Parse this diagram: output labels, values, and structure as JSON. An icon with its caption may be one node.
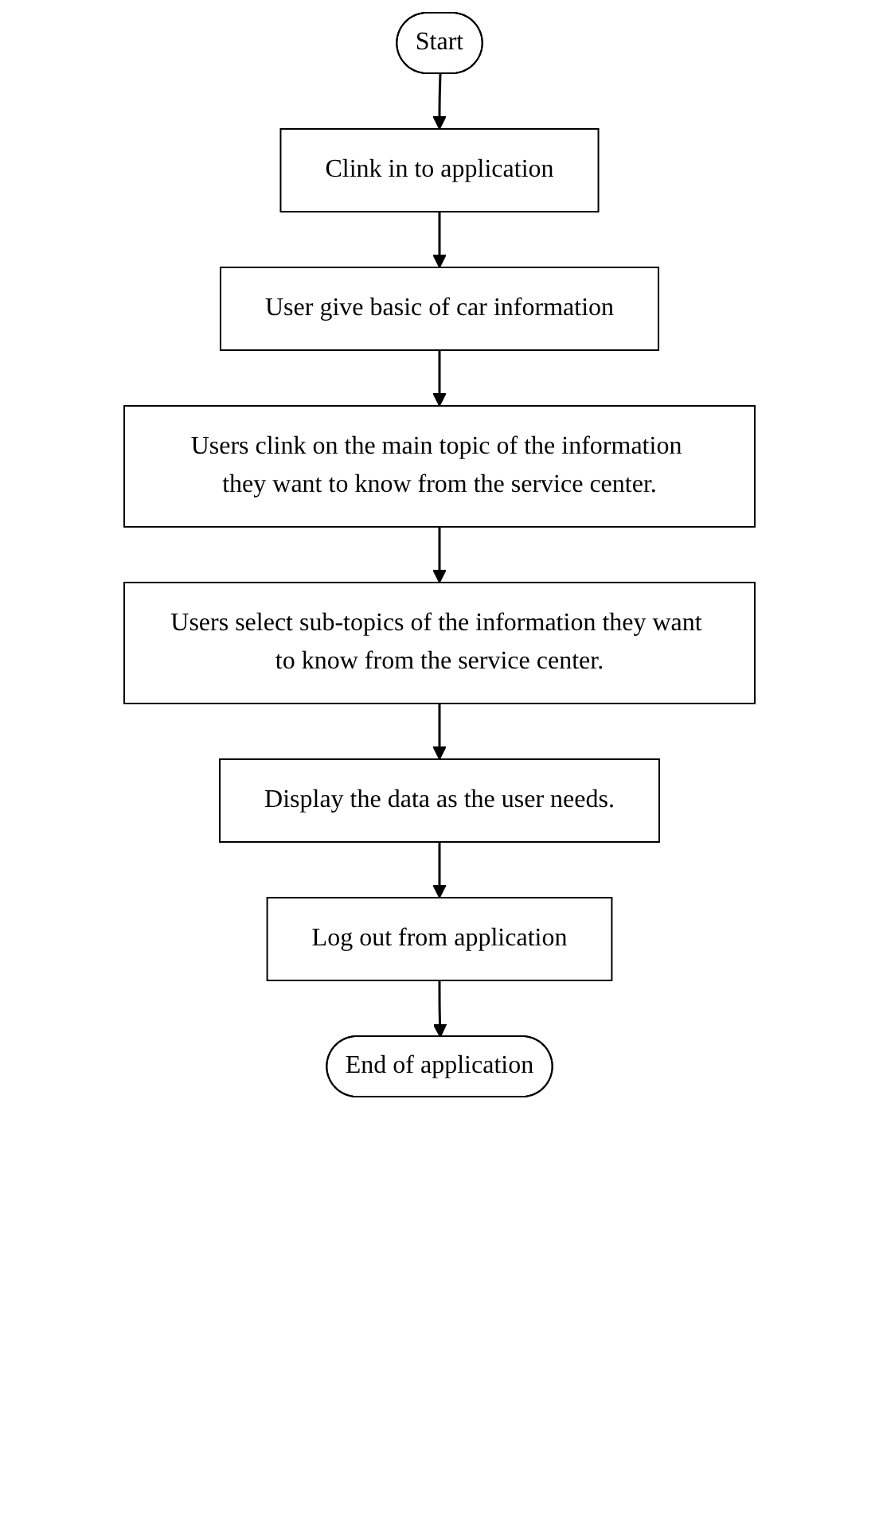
{
  "diagram": {
    "nodes": [
      {
        "text": [
          "Start"
        ]
      },
      {
        "text": [
          "Clink in to application"
        ]
      },
      {
        "text": [
          "User give basic of car information"
        ]
      },
      {
        "text": [
          "Users clink on the main topic of the information they want to know from the service center."
        ]
      },
      {
        "text": [
          "Users select sub-topics of the information they want to know from the service center."
        ]
      },
      {
        "text": [
          "Display the data as the user needs."
        ]
      },
      {
        "text": [
          "Log out from application"
        ]
      },
      {
        "text": [
          "End of application"
        ]
      }
    ],
    "edges": [
      {
        "from": 0,
        "to": 1,
        "arrow": "to"
      },
      {
        "from": 1,
        "to": 2,
        "arrow": "to"
      },
      {
        "from": 2,
        "to": 3,
        "arrow": "to"
      },
      {
        "from": 3,
        "to": 4,
        "arrow": "to"
      },
      {
        "from": 4,
        "to": 5,
        "arrow": "to"
      },
      {
        "from": 5,
        "to": 6,
        "arrow": "to"
      },
      {
        "from": 6,
        "to": 7,
        "arrow": "to"
      }
    ]
  }
}
